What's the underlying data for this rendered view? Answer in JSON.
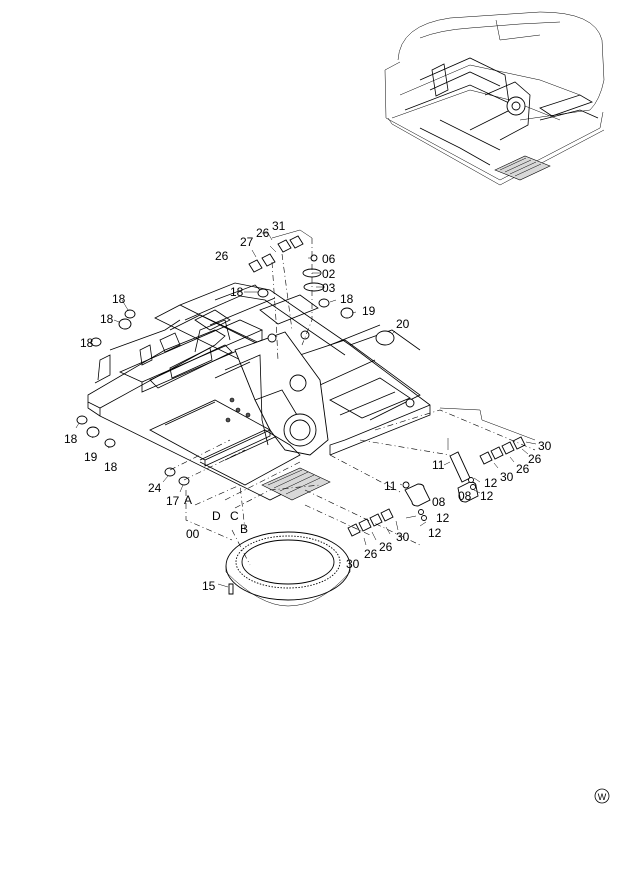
{
  "callouts": {
    "c31": "31",
    "c26a": "26",
    "c27": "27",
    "c26b": "26",
    "c06": "06",
    "c02": "02",
    "c03": "03",
    "c18a": "18",
    "c18b": "18",
    "c18c": "18",
    "c18d": "18",
    "c19a": "19",
    "c18e": "18",
    "c20": "20",
    "c18f": "18",
    "c19b": "19",
    "c18g": "18",
    "c24": "24",
    "c17": "17",
    "cA": "A",
    "cD": "D",
    "cC": "C",
    "c00": "00",
    "cB": "B",
    "c15": "15",
    "c11a": "11",
    "c08a": "08",
    "c12a": "12",
    "c12b": "12",
    "c30a": "30",
    "c26c": "26",
    "c30b": "30",
    "c11b": "11",
    "c30c": "30",
    "c26d": "26",
    "c30d": "30",
    "c12c": "12",
    "c08b": "08",
    "c12d": "12"
  },
  "corner_mark": "W"
}
